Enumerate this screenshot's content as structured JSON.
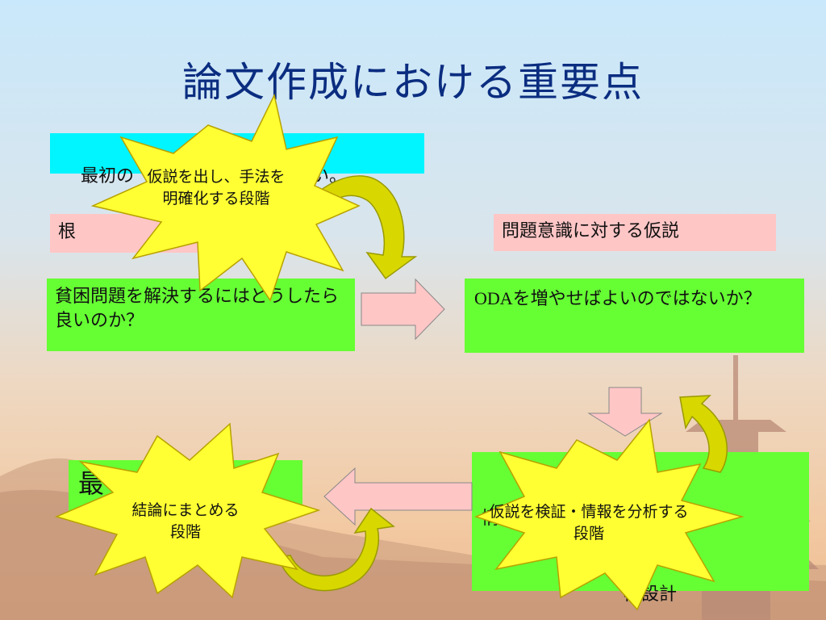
{
  "title": "論文作成における重要点",
  "boxes": {
    "top_left": "最初の　　　　　　　　かない。",
    "root_left": "根",
    "hypothesis_label": "問題意識に対する仮説",
    "problem": "貧困問題を解決するにはどうしたら良いのか？",
    "oda_prefix": "ODA",
    "oda_rest": "を増やせばよいのではないか？",
    "info_line1": "情　　　　　　　よる仮",
    "info_line2": "　　　　　　　　再設計",
    "conclusion": "最"
  },
  "stars": {
    "top": "仮説を出し、手法を明確化する段階",
    "bottom_left": "結論にまとめる段階",
    "bottom_right": "仮説を検証・情報を分析する段階"
  },
  "colors": {
    "title": "#0b2d80",
    "cyan_box": "#00f5ff",
    "pink_box": "#ffc6c6",
    "green_box": "#66ff33",
    "star_fill": "#ffff33",
    "curved_arrow": "#d8d800",
    "block_arrow": "#ffc6c6"
  }
}
